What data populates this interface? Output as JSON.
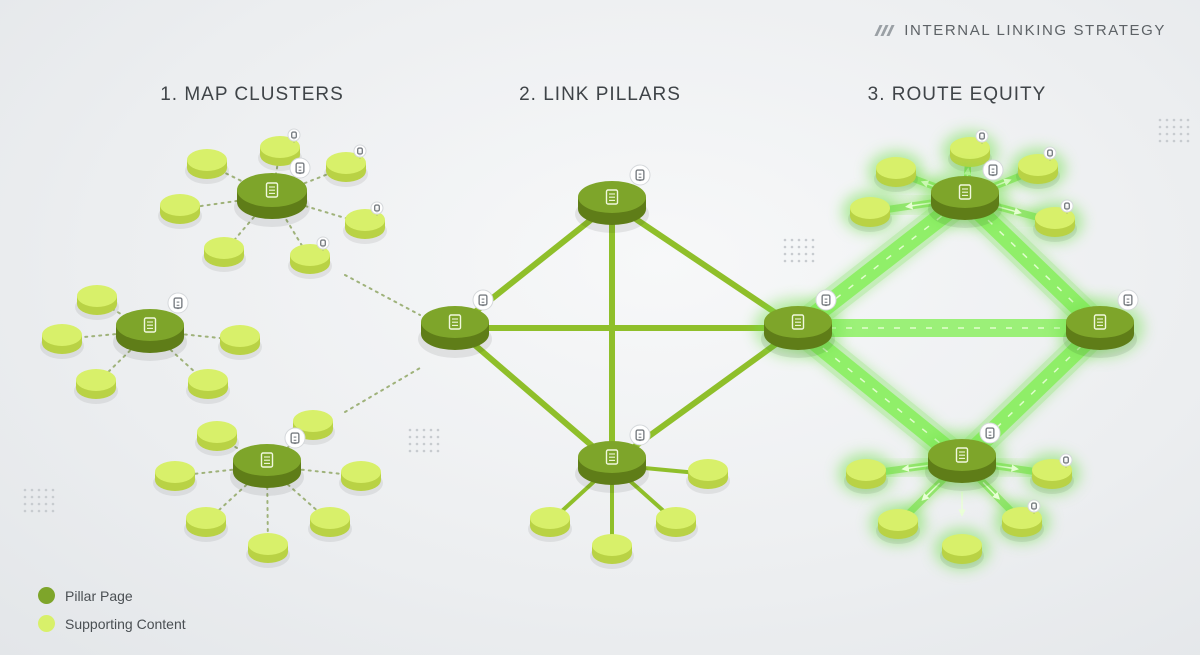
{
  "header": {
    "title": "INTERNAL LINKING STRATEGY"
  },
  "steps": [
    {
      "label": "1. MAP CLUSTERS"
    },
    {
      "label": "2. LINK PILLARS"
    },
    {
      "label": "3. ROUTE EQUITY"
    }
  ],
  "legend": [
    {
      "label": "Pillar Page",
      "color": "#7ea52a"
    },
    {
      "label": "Supporting Content",
      "color": "#d8f06a"
    }
  ],
  "colors": {
    "pillar": "#7ea52a",
    "pillar_dark": "#5f7d18",
    "support": "#d8f06a",
    "support_dark": "#b9d245",
    "link": "#8fbf2a",
    "equity": "#6fe14a"
  }
}
